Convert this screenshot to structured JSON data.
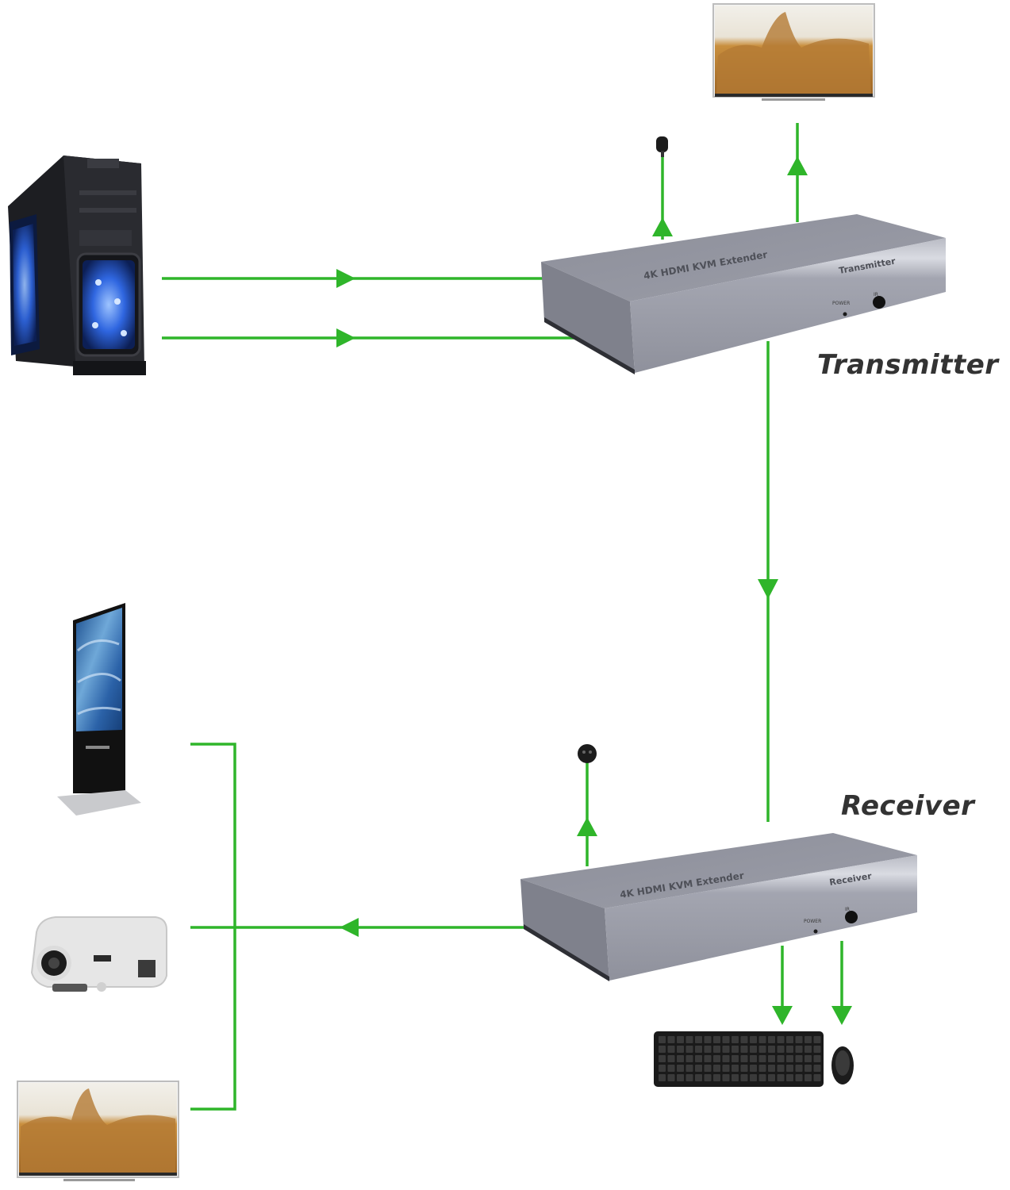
{
  "diagram": {
    "title": "4K HDMI KVM Extender connection diagram",
    "colors": {
      "line": "#2fb52a",
      "device_body": "#9a9ca6",
      "device_top": "#8d8f9a",
      "label": "#333333"
    },
    "labels": {
      "transmitter": "Transmitter",
      "receiver": "Receiver"
    },
    "devices": {
      "transmitter": {
        "name": "Transmitter",
        "top_print": "4K HDMI KVM Extender",
        "side_print": "Transmitter",
        "front_labels": [
          "POWER",
          "IR"
        ]
      },
      "receiver": {
        "name": "Receiver",
        "top_print": "4K HDMI KVM Extender",
        "side_print": "Receiver",
        "front_labels": [
          "POWER",
          "IR"
        ]
      },
      "source": "PC tower",
      "local_display": "TV (local loop-out)",
      "remote_displays": [
        "Digital signage kiosk",
        "Projector",
        "TV"
      ],
      "peripherals": [
        "Keyboard",
        "Mouse"
      ],
      "ir_sensors": [
        "IR receiver (transmitter side)",
        "IR receiver (receiver side)"
      ]
    },
    "connections": [
      {
        "from": "pc-tower",
        "to": "transmitter",
        "direction": "right"
      },
      {
        "from": "pc-tower",
        "to": "transmitter",
        "direction": "right"
      },
      {
        "from": "transmitter",
        "to": "ir-sensor-top",
        "direction": "up"
      },
      {
        "from": "transmitter",
        "to": "tv-top",
        "direction": "up"
      },
      {
        "from": "transmitter",
        "to": "receiver",
        "direction": "down"
      },
      {
        "from": "receiver",
        "to": "ir-sensor-bottom",
        "direction": "up"
      },
      {
        "from": "receiver",
        "to": "remote-displays",
        "direction": "left"
      },
      {
        "from": "receiver",
        "to": "keyboard",
        "direction": "down"
      },
      {
        "from": "receiver",
        "to": "mouse",
        "direction": "down"
      }
    ]
  }
}
